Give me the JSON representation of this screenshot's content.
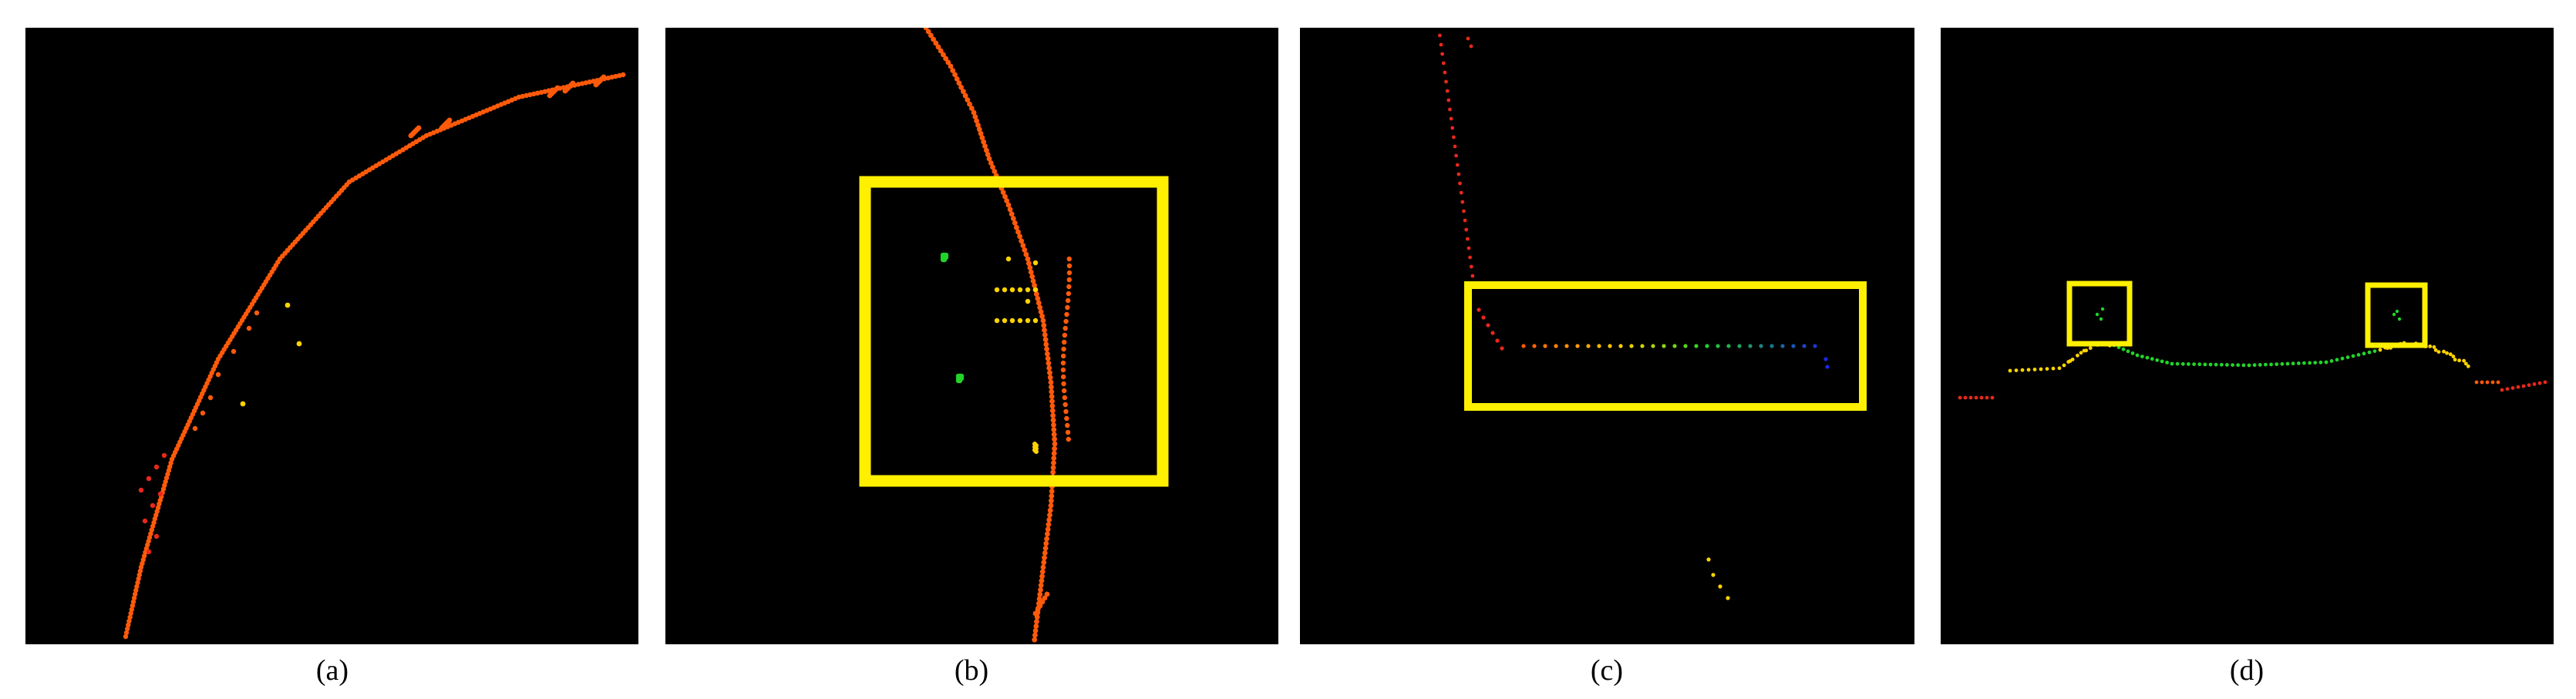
{
  "figure": {
    "panels": [
      {
        "id": "a",
        "caption": "(a)",
        "highlight_boxes": 0
      },
      {
        "id": "b",
        "caption": "(b)",
        "highlight_boxes": 1
      },
      {
        "id": "c",
        "caption": "(c)",
        "highlight_boxes": 1
      },
      {
        "id": "d",
        "caption": "(d)",
        "highlight_boxes": 2
      }
    ],
    "colors": {
      "background": "#000000",
      "highlight_box": "#FFF000",
      "points_near": "#FF5A0A",
      "points_red": "#E8281C",
      "points_yellow": "#FFD400",
      "points_green": "#22D42A",
      "points_blue": "#1A2AE0"
    }
  }
}
